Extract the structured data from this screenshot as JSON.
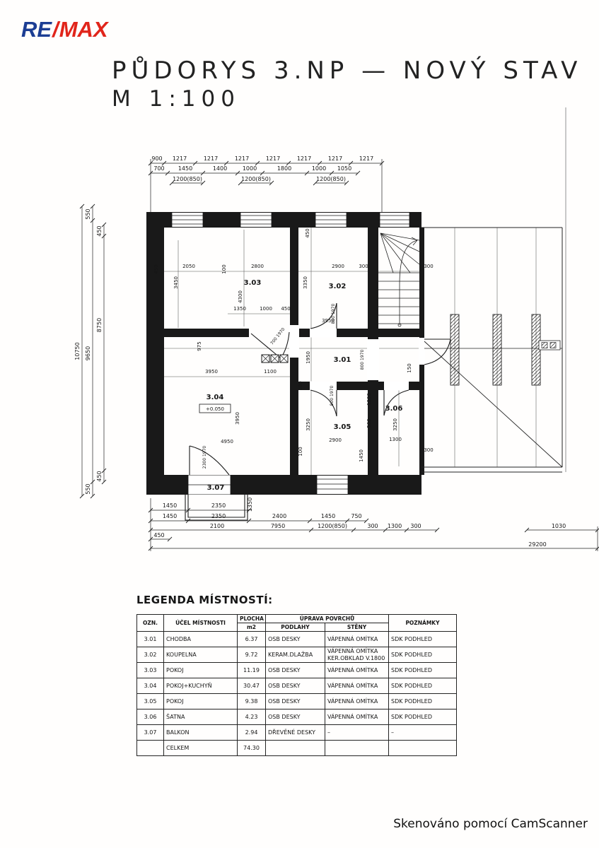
{
  "logo": {
    "re": "RE",
    "slash": "/",
    "max": "MAX"
  },
  "colors": {
    "remax_blue": "#1c3e94",
    "remax_red": "#e1251b",
    "ink": "#161616"
  },
  "title": {
    "line1": "PŮDORYS 3.NP — NOVÝ STAV",
    "line2": "M 1:100"
  },
  "plan": {
    "rooms": {
      "r301": "3.01",
      "r302": "3.02",
      "r303": "3.03",
      "r304": "3.04",
      "r305": "3.05",
      "r306": "3.06",
      "r307": "3.07",
      "level": "+0.050"
    },
    "dims": {
      "top1": [
        "900",
        "1217",
        "1217",
        "1217",
        "1217",
        "1217",
        "1217",
        "1217"
      ],
      "top2": [
        "700",
        "1450",
        "1400",
        "1000",
        "1800",
        "1000",
        "1050"
      ],
      "top3": [
        "1200(850)",
        "1200(850)",
        "1200(850)"
      ],
      "left1": [
        "10750"
      ],
      "left2": [
        "550",
        "9650",
        "550"
      ],
      "left3": [
        "450",
        "8750",
        "450"
      ],
      "bot1": [
        "1450",
        "2350",
        "1350"
      ],
      "bot2": [
        "1450",
        "2350",
        "2400",
        "1450",
        "750"
      ],
      "bot3": [
        "2100",
        "7950",
        "1200(850)",
        "300",
        "1300",
        "300",
        "1030"
      ],
      "bot4": [
        "450"
      ],
      "bot5": [
        "29200"
      ],
      "inner": [
        "450",
        "2050",
        "100",
        "2800",
        "2900",
        "300",
        "300",
        "3450",
        "4300",
        "3350",
        "1350",
        "1000",
        "450",
        "975",
        "1950",
        "3950",
        "1100",
        "150",
        "1300",
        "500",
        "3250",
        "3250",
        "1300",
        "2900",
        "100",
        "100",
        "1450",
        "4950",
        "3950",
        "300",
        "450",
        "3950"
      ],
      "doors": [
        "700 1970",
        "800 1970",
        "800 1970",
        "800 1970",
        "2300 1970"
      ]
    }
  },
  "legend": {
    "title": "LEGENDA MÍSTNOSTÍ:",
    "h": {
      "ozn": "OZN.",
      "ucel": "ÚČEL MÍSTNOSTI",
      "plocha": "PLOCHA",
      "m2": "m2",
      "uprava": "ÚPRAVA POVRCHŮ",
      "podlahy": "PODLAHY",
      "steny": "STĚNY",
      "poznamky": "POZNÁMKY"
    },
    "rows": [
      {
        "ozn": "3.01",
        "ucel": "CHODBA",
        "plocha": "6.37",
        "podlahy": "OSB DESKY",
        "steny": "VÁPENNÁ OMÍTKA",
        "poznamky": "SDK PODHLED"
      },
      {
        "ozn": "3.02",
        "ucel": "KOUPELNA",
        "plocha": "9.72",
        "podlahy": "KERAM.DLAŽBA",
        "steny": "VÁPENNÁ OMÍTKA\nKER.OBKLAD V.1800",
        "poznamky": "SDK PODHLED"
      },
      {
        "ozn": "3.03",
        "ucel": "POKOJ",
        "plocha": "11.19",
        "podlahy": "OSB DESKY",
        "steny": "VÁPENNÁ OMÍTKA",
        "poznamky": "SDK PODHLED"
      },
      {
        "ozn": "3.04",
        "ucel": "POKOJ+KUCHYŇ",
        "plocha": "30.47",
        "podlahy": "OSB DESKY",
        "steny": "VÁPENNÁ OMÍTKA",
        "poznamky": "SDK PODHLED"
      },
      {
        "ozn": "3.05",
        "ucel": "POKOJ",
        "plocha": "9.38",
        "podlahy": "OSB DESKY",
        "steny": "VÁPENNÁ OMÍTKA",
        "poznamky": "SDK PODHLED"
      },
      {
        "ozn": "3.06",
        "ucel": "ŠATNA",
        "plocha": "4.23",
        "podlahy": "OSB DESKY",
        "steny": "VÁPENNÁ OMÍTKA",
        "poznamky": "SDK PODHLED"
      },
      {
        "ozn": "3.07",
        "ucel": "BALKON",
        "plocha": "2.94",
        "podlahy": "DŘEVĚNÉ DESKY",
        "steny": "–",
        "poznamky": "–"
      },
      {
        "ozn": "",
        "ucel": "CELKEM",
        "plocha": "74.30",
        "podlahy": "",
        "steny": "",
        "poznamky": ""
      }
    ]
  },
  "footer": {
    "text": "Skenováno pomocí CamScanner"
  }
}
